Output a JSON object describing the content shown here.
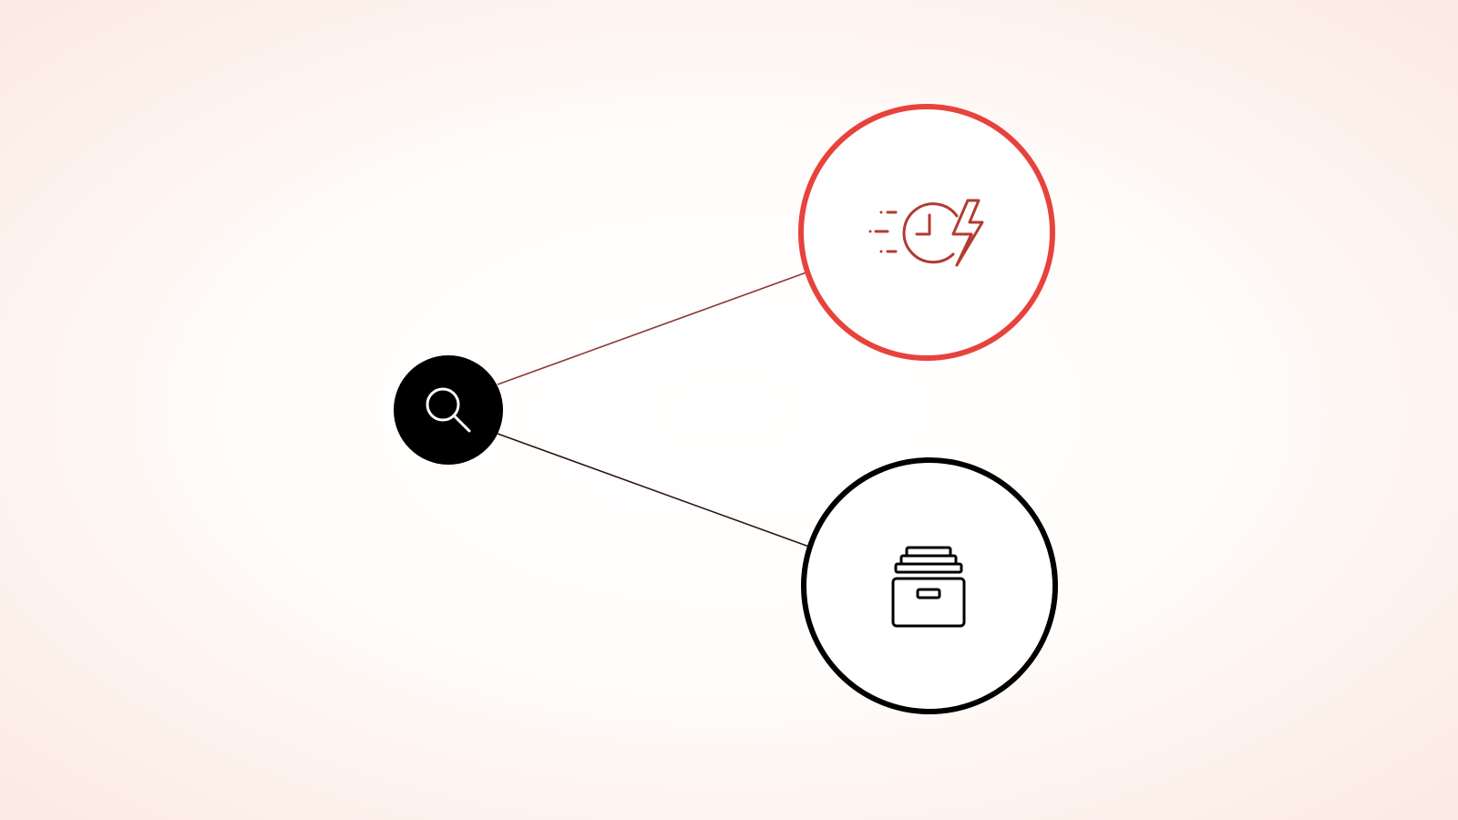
{
  "diagram": {
    "type": "node-link",
    "nodes": [
      {
        "id": "search",
        "icon": "search-icon",
        "style": "filled",
        "fill_color": "#000000",
        "icon_color": "#ffffff"
      },
      {
        "id": "fast",
        "icon": "fast-clock-lightning-icon",
        "style": "outlined",
        "stroke_color": "#e8423c",
        "icon_color": "#b33a32"
      },
      {
        "id": "archive",
        "icon": "archive-box-icon",
        "style": "outlined",
        "stroke_color": "#000000",
        "icon_color": "#000000"
      }
    ],
    "edges": [
      {
        "from": "search",
        "to": "fast",
        "color": "#8a3a36"
      },
      {
        "from": "search",
        "to": "archive",
        "color": "#2a1414"
      }
    ]
  },
  "colors": {
    "accent": "#e8423c",
    "dark": "#000000"
  }
}
